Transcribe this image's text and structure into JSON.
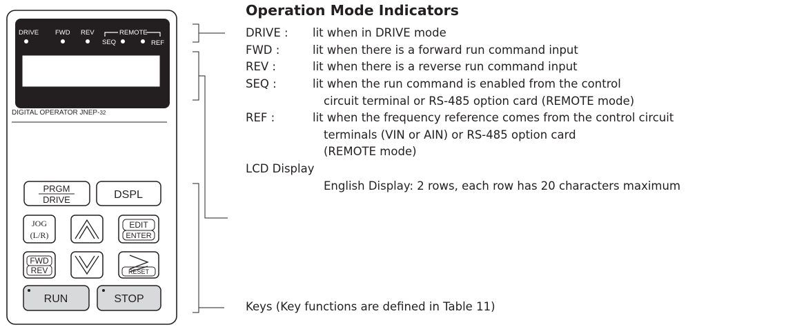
{
  "operator_panel": {
    "indicators": {
      "drive": "DRIVE",
      "fwd": "FWD",
      "rev": "REV",
      "remote": "REMOTE",
      "seq": "SEQ",
      "ref": "REF"
    },
    "model_label_main": "DIGITAL OPERATOR JNEP-",
    "model_label_num": "32",
    "keys": {
      "prgm_drive": {
        "top": "PRGM",
        "bottom": "DRIVE"
      },
      "dspl": "DSPL",
      "jog": {
        "top": "JOG",
        "bottom": "(L/R)"
      },
      "edit_enter": {
        "top": "EDIT",
        "bottom": "ENTER"
      },
      "fwd_rev": {
        "top": "FWD",
        "bottom": "REV"
      },
      "reset": "RESET",
      "run": "RUN",
      "stop": "STOP"
    }
  },
  "callouts": {
    "title": "Operation Mode Indicators",
    "definitions": [
      {
        "term": "DRIVE :",
        "lines": [
          "lit when in DRIVE mode"
        ]
      },
      {
        "term": "FWD :",
        "lines": [
          "lit when there is a forward run command input"
        ]
      },
      {
        "term": "REV :",
        "lines": [
          "lit when there is a reverse run command input"
        ]
      },
      {
        "term": "SEQ :",
        "lines": [
          "lit when the run command is enabled from the control",
          "circuit terminal or RS-485 option card (REMOTE mode)"
        ]
      },
      {
        "term": "REF :",
        "lines": [
          "lit when the frequency reference comes from the control circuit",
          "terminals (VIN or AIN) or RS-485 option card",
          "(REMOTE mode)"
        ]
      }
    ],
    "lcd_title": "LCD Display",
    "lcd_detail": "English Display:   2 rows, each row has 20 characters maximum",
    "keys_note": "Keys (Key functions are defined in Table 11)"
  }
}
